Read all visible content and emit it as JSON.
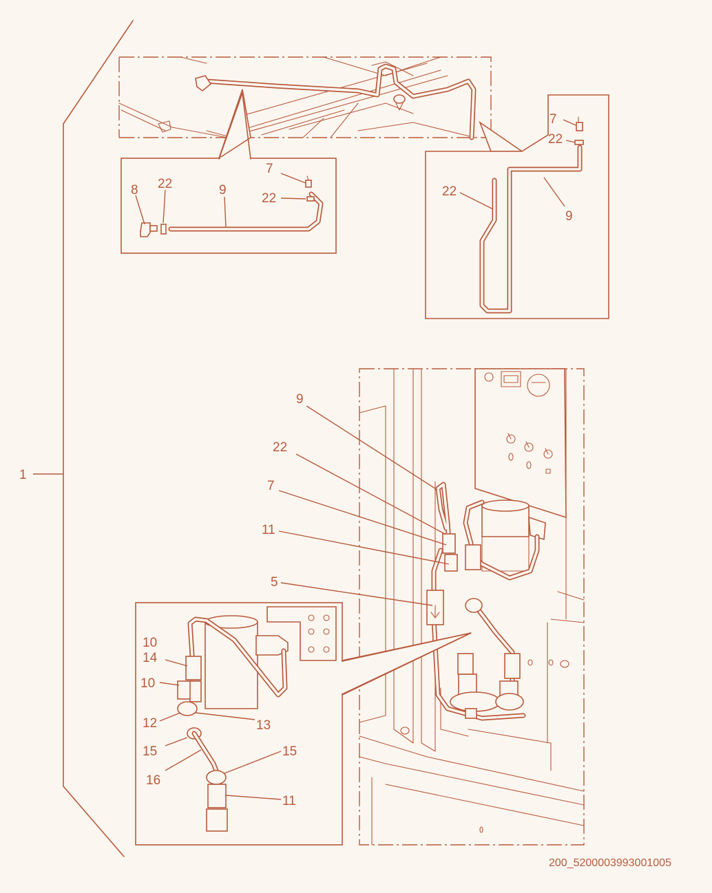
{
  "colors": {
    "ink": "#b85a3c",
    "background": "#fbf6f0"
  },
  "document_id": "200_5200003993001005",
  "callouts": {
    "assembly": "1",
    "top_left_detail": [
      "8",
      "22",
      "9",
      "7",
      "22"
    ],
    "top_right_detail": [
      "7",
      "22",
      "22",
      "9"
    ],
    "main_view": [
      "9",
      "22",
      "7",
      "11",
      "5"
    ],
    "bottom_detail": [
      "10",
      "14",
      "10",
      "12",
      "13",
      "15",
      "16",
      "15",
      "11"
    ]
  }
}
